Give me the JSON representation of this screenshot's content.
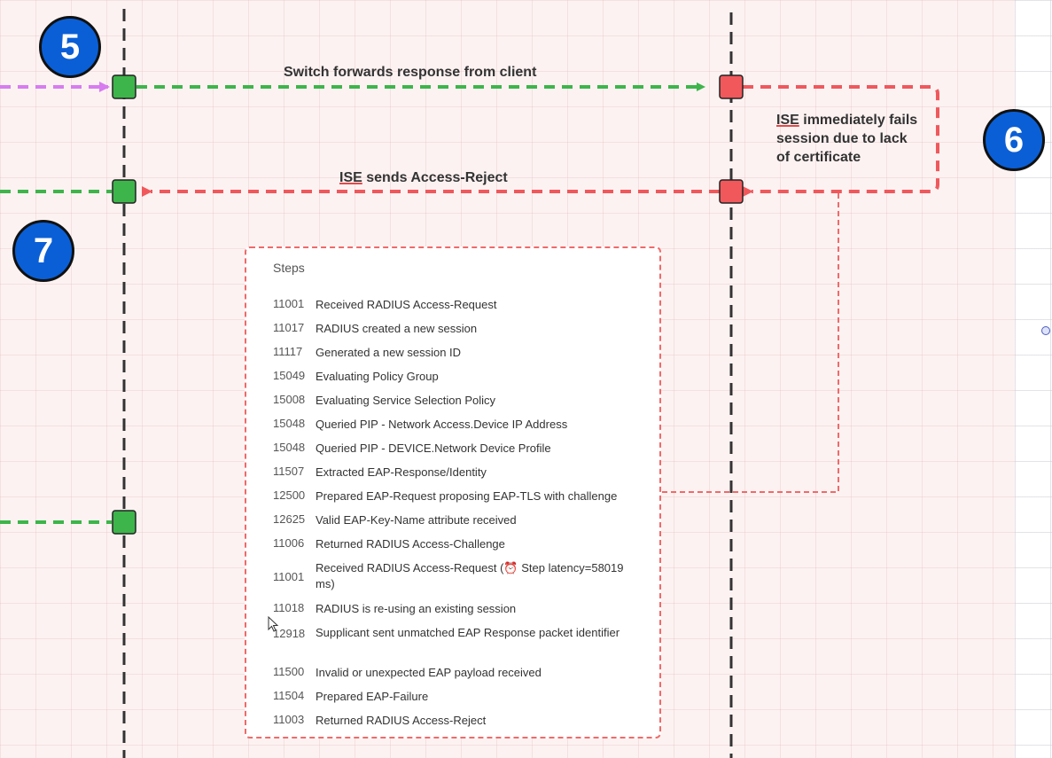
{
  "badges": {
    "five": "5",
    "six": "6",
    "seven": "7"
  },
  "labels": {
    "switch_forwards": "Switch forwards response from client",
    "ise_fail_prefix": "ISE",
    "ise_fail_line1_rest": " immediately fails",
    "ise_fail_line2": "session due to lack",
    "ise_fail_line3": "of certificate",
    "ise_sends_prefix": "ISE",
    "ise_sends_rest": " sends Access-Reject"
  },
  "steps": {
    "title": "Steps",
    "items": [
      {
        "code": "11001",
        "desc": "Received RADIUS Access-Request"
      },
      {
        "code": "11017",
        "desc": "RADIUS created a new session"
      },
      {
        "code": "11117",
        "desc": "Generated a new session ID"
      },
      {
        "code": "15049",
        "desc": "Evaluating Policy Group"
      },
      {
        "code": "15008",
        "desc": "Evaluating Service Selection Policy"
      },
      {
        "code": "15048",
        "desc": "Queried PIP - Network Access.Device IP Address"
      },
      {
        "code": "15048",
        "desc": "Queried PIP - DEVICE.Network Device Profile"
      },
      {
        "code": "11507",
        "desc": "Extracted EAP-Response/Identity"
      },
      {
        "code": "12500",
        "desc": "Prepared EAP-Request proposing EAP-TLS with challenge"
      },
      {
        "code": "12625",
        "desc": "Valid EAP-Key-Name attribute received"
      },
      {
        "code": "11006",
        "desc": "Returned RADIUS Access-Challenge"
      },
      {
        "code": "11001",
        "desc": "Received RADIUS Access-Request (⏰ Step latency=58019 ms)"
      },
      {
        "code": "11018",
        "desc": "RADIUS is re-using an existing session"
      },
      {
        "code": "12918",
        "desc": "Supplicant sent unmatched EAP Response packet identifier"
      },
      {
        "code": "11500",
        "desc": "Invalid or unexpected EAP payload received"
      },
      {
        "code": "11504",
        "desc": "Prepared EAP-Failure"
      },
      {
        "code": "11003",
        "desc": "Returned RADIUS Access-Reject"
      }
    ]
  },
  "colors": {
    "green": "#3db54a",
    "red": "#f0585c",
    "purple": "#d77cf0",
    "badge_blue": "#0a5fd6",
    "lifeline": "#333333"
  }
}
